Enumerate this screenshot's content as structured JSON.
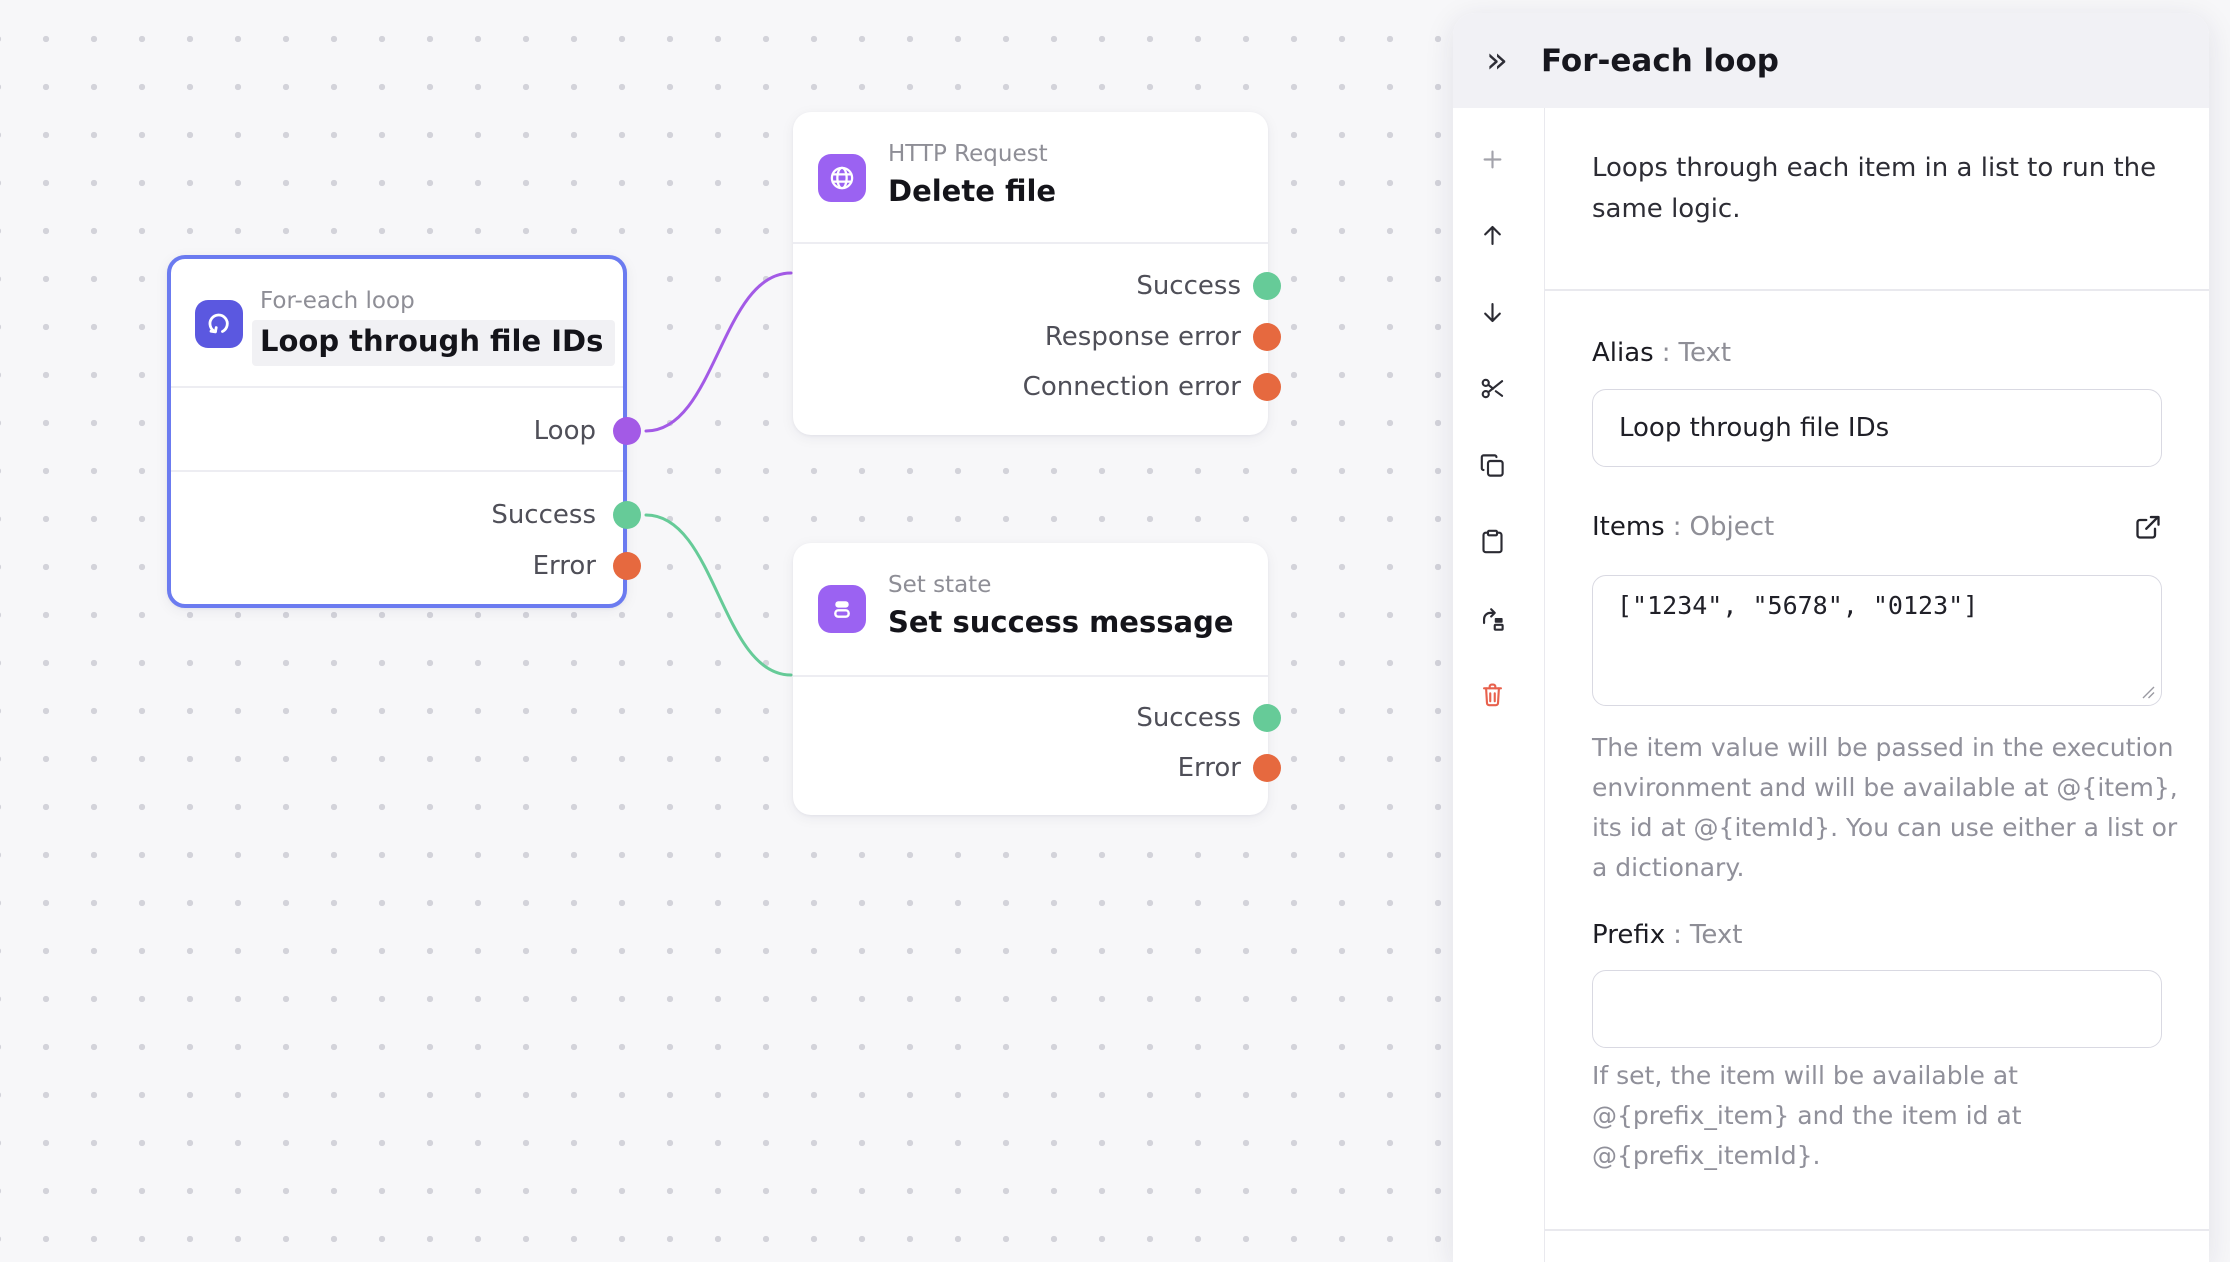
{
  "canvas": {
    "background": "#f7f7f9",
    "grid_dot_color": "#d3d3da",
    "nodes": [
      {
        "type_label": "For-each loop",
        "name": "Loop through file IDs",
        "selected": true,
        "icon": "loop-icon",
        "icon_bg": "#5b58e0",
        "selection_border": "#6b7bf0",
        "ports": [
          {
            "label": "Loop",
            "color": "#a35ae6"
          },
          {
            "label": "Success",
            "color": "#66cb98"
          },
          {
            "label": "Error",
            "color": "#e6693f"
          }
        ]
      },
      {
        "type_label": "HTTP Request",
        "name": "Delete file",
        "selected": false,
        "icon": "globe-icon",
        "icon_bg": "#9b62f2",
        "ports": [
          {
            "label": "Success",
            "color": "#66cb98"
          },
          {
            "label": "Response error",
            "color": "#e6693f"
          },
          {
            "label": "Connection error",
            "color": "#e6693f"
          }
        ]
      },
      {
        "type_label": "Set state",
        "name": "Set success message",
        "selected": false,
        "icon": "set-state-icon",
        "icon_bg": "#9b62f2",
        "ports": [
          {
            "label": "Success",
            "color": "#66cb98"
          },
          {
            "label": "Error",
            "color": "#e6693f"
          }
        ]
      }
    ],
    "edges": [
      {
        "from_node": "Loop through file IDs",
        "from_port": "Loop",
        "to_node": "Delete file",
        "color": "#a35ae6"
      },
      {
        "from_node": "Loop through file IDs",
        "from_port": "Success",
        "to_node": "Set success message",
        "color": "#66cb98"
      }
    ]
  },
  "panel": {
    "title": "For-each loop",
    "collapse_icon": "chevrons-right-icon",
    "collapse_glyph": "»",
    "description": "Loops through each item in a list to run the same logic.",
    "label_separator": ":",
    "toolbar": [
      {
        "icon": "plus-icon"
      },
      {
        "icon": "arrow-up-icon"
      },
      {
        "icon": "arrow-down-icon"
      },
      {
        "icon": "scissors-icon"
      },
      {
        "icon": "copy-icon"
      },
      {
        "icon": "clipboard-icon"
      },
      {
        "icon": "detach-icon"
      },
      {
        "icon": "trash-icon",
        "color": "#e8614d"
      }
    ],
    "fields": [
      {
        "label": "Alias",
        "type": "Text",
        "value": "Loop through file IDs"
      },
      {
        "label": "Items",
        "type": "Object",
        "value": "[\"1234\", \"5678\", \"0123\"]",
        "expand_icon": "external-link-icon",
        "help": "The item value will be passed in the execution environment and will be available at @{item}, its id at @{itemId}. You can use either a list or a dictionary."
      },
      {
        "label": "Prefix",
        "type": "Text",
        "value": "",
        "help": "If set, the item will be available at @{prefix_item} and the item id at @{prefix_itemId}."
      }
    ]
  }
}
